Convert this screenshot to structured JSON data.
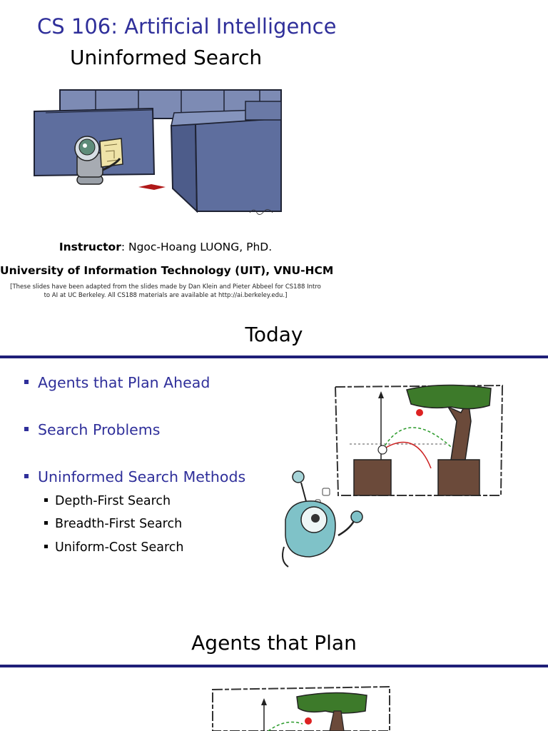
{
  "slide1": {
    "course_title": "CS 106: Artificial Intelligence",
    "subtitle": "Uninformed Search",
    "instructor_label": "Instructor",
    "instructor_rest": ": Ngoc-Hoang LUONG, PhD.",
    "university": "University of Information Technology (UIT), VNU-HCM",
    "credit_note": "[These slides have been adapted from the slides made by Dan Klein and Pieter Abbeel for CS188 Intro to AI at UC Berkeley.  All CS188 materials are available at http://ai.berkeley.edu.]"
  },
  "slide2": {
    "heading": "Today",
    "bullets": [
      "Agents that Plan Ahead",
      "Search Problems",
      "Uninformed Search Methods"
    ],
    "sub_bullets": [
      "Depth-First Search",
      "Breadth-First Search",
      "Uniform-Cost Search"
    ]
  },
  "slide3": {
    "heading": "Agents that Plan"
  },
  "colors": {
    "title_blue": "#2f2f9a",
    "rule_navy": "#1f1f78",
    "maze_wall": "#5e6e9e",
    "tree_green": "#3d7a2a"
  },
  "icons": {
    "maze": "maze-robot-illustration",
    "thought": "robot-thought-bubble-illustration"
  }
}
